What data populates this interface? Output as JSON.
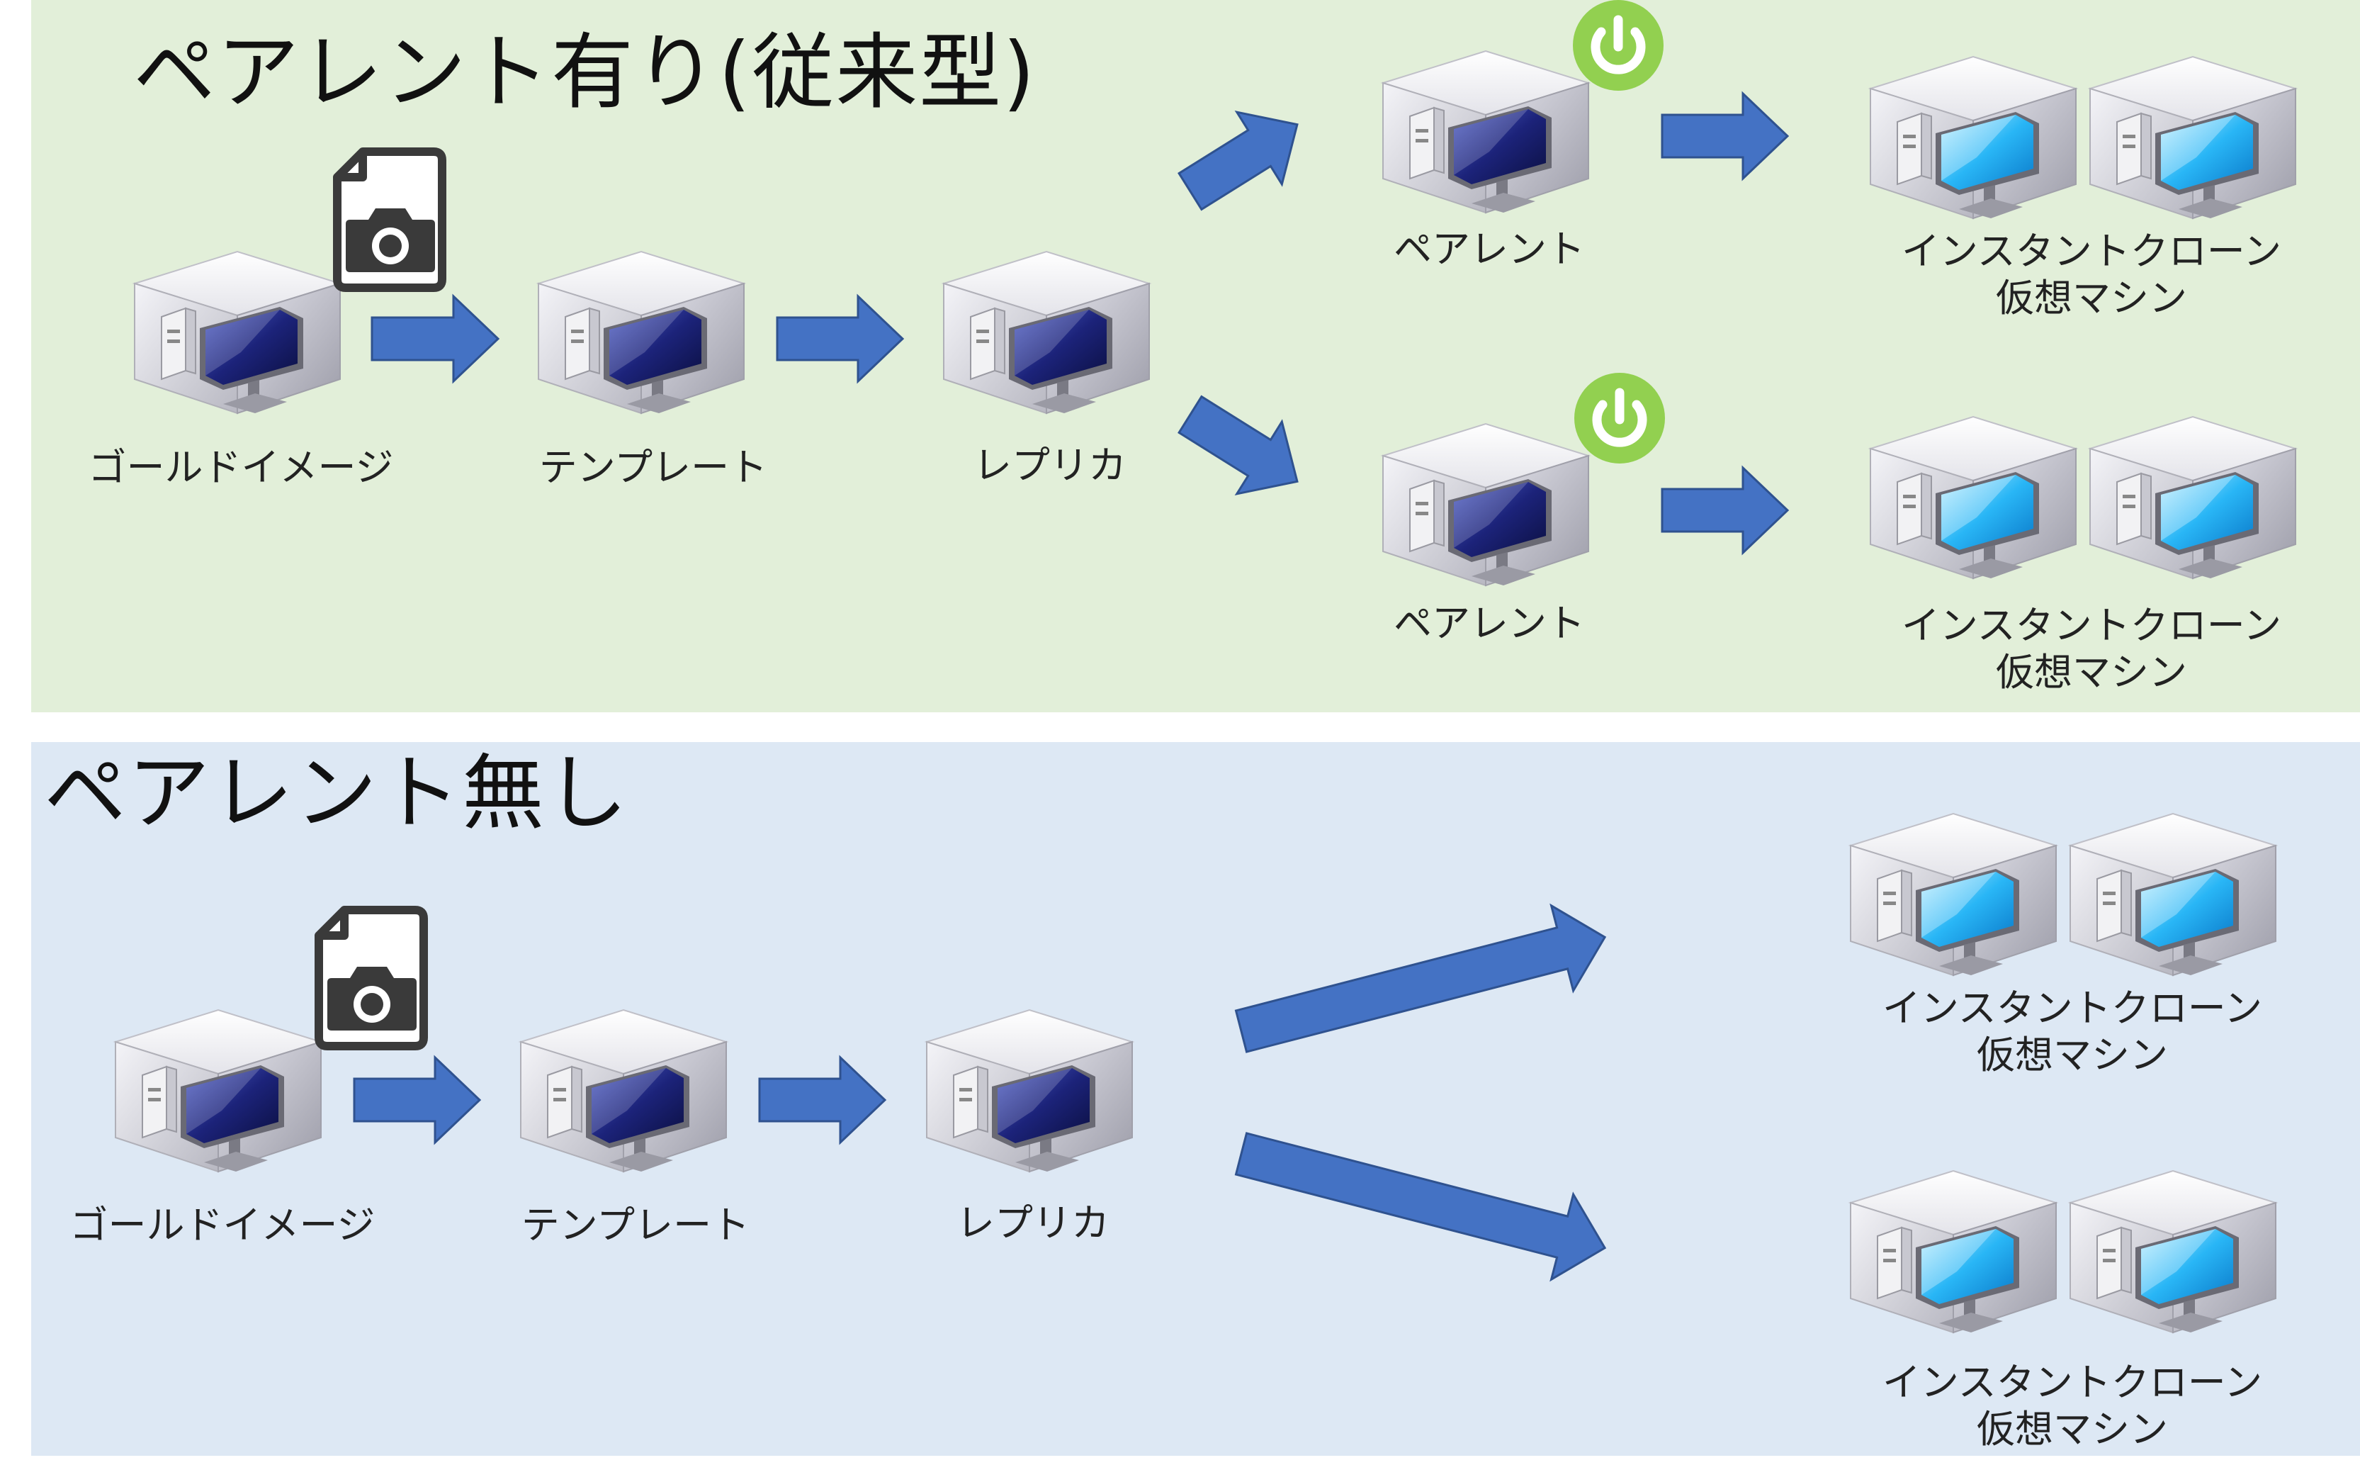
{
  "top": {
    "title": "ペアレント有り(従来型)",
    "gold_label": "ゴールドイメージ",
    "template_label": "テンプレート",
    "replica_label": "レプリカ",
    "parent_label_1": "ペアレント",
    "parent_label_2": "ペアレント",
    "clone_label_1": [
      "インスタントクローン",
      "仮想マシン"
    ],
    "clone_label_2": [
      "インスタントクローン",
      "仮想マシン"
    ]
  },
  "bottom": {
    "title": "ペアレント無し",
    "gold_label": "ゴールドイメージ",
    "template_label": "テンプレート",
    "replica_label": "レプリカ",
    "clone_label_1": [
      "インスタントクローン",
      "仮想マシン"
    ],
    "clone_label_2": [
      "インスタントクローン",
      "仮想マシン"
    ]
  },
  "icons": {
    "vm": "virtual-machine-icon",
    "vm_clone": "instant-clone-vm-icon",
    "snapshot": "snapshot-file-icon",
    "power": "power-on-icon",
    "arrow": "arrow-right"
  },
  "colors": {
    "top_background": "#e2efd9",
    "bottom_background": "#dde8f4",
    "arrow_fill": "#4472c4",
    "arrow_stroke": "#2f528f",
    "power_green": "#92d050",
    "snapshot_gray": "#3a3a3a",
    "vm_screen_dark": "#1a237e",
    "vm_screen_light": "#29b6f6"
  }
}
